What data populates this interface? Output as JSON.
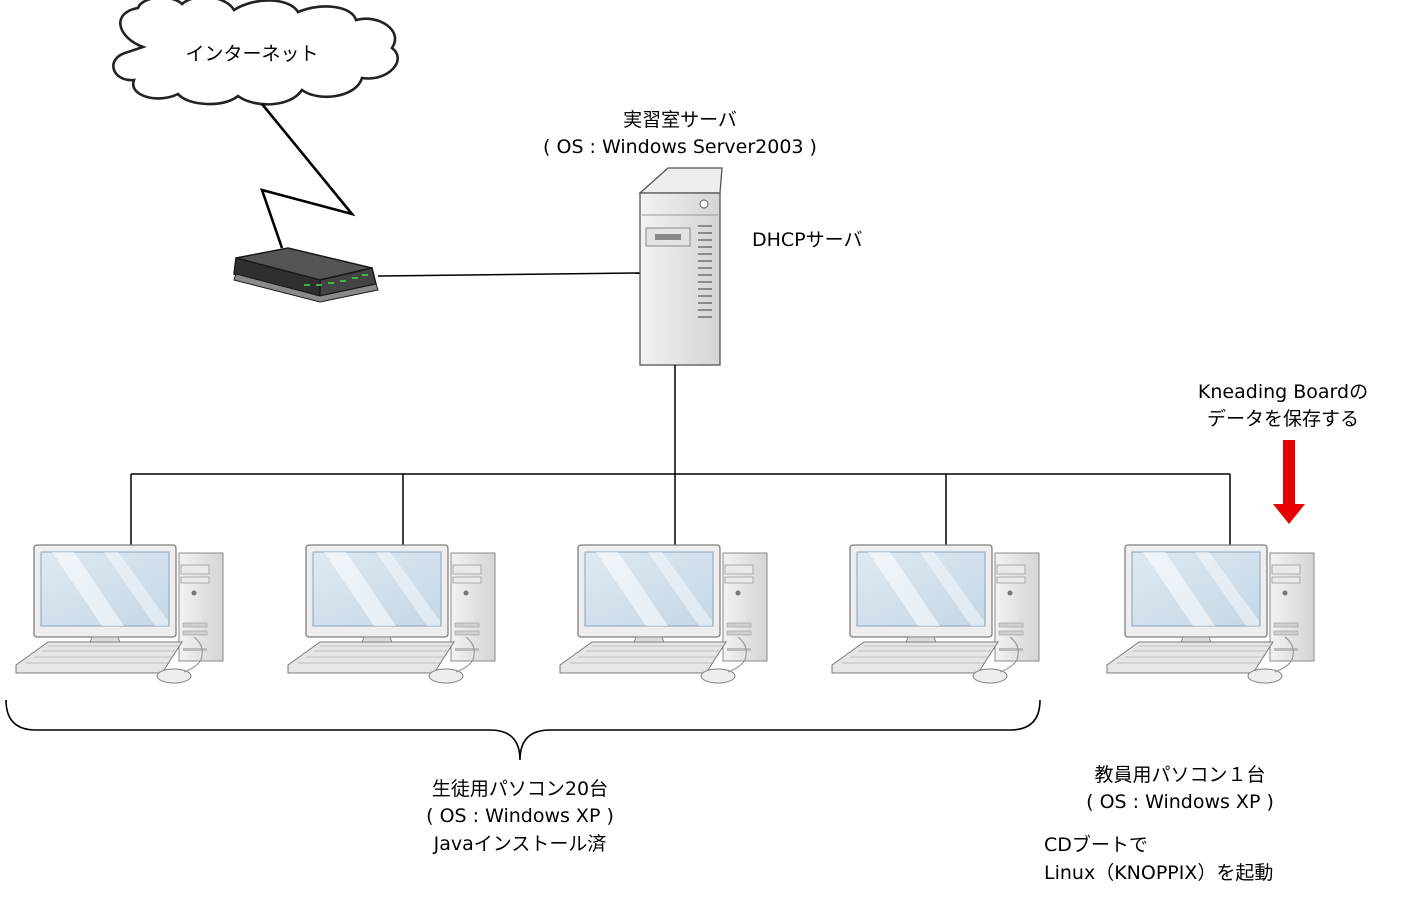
{
  "internet": {
    "label": "インターネット"
  },
  "server": {
    "title": "実習室サーバ",
    "os": "( OS : Windows Server2003 )",
    "role": "DHCPサーバ"
  },
  "annotation": {
    "line1": "Kneading Boardの",
    "line2": "データを保存する",
    "arrow_color": "#e60000"
  },
  "student_pcs": {
    "title": "生徒用パソコン20台",
    "os": "( OS : Windows XP )",
    "note": "Javaインストール済"
  },
  "teacher_pc": {
    "title": "教員用パソコン１台",
    "os": "( OS : Windows XP )",
    "boot_line1": "CDブートで",
    "boot_line2": "Linux（KNOPPIX）を起動"
  },
  "computers": [
    {
      "name": "pc-student-1"
    },
    {
      "name": "pc-student-2"
    },
    {
      "name": "pc-student-3"
    },
    {
      "name": "pc-student-4"
    },
    {
      "name": "pc-teacher"
    }
  ]
}
